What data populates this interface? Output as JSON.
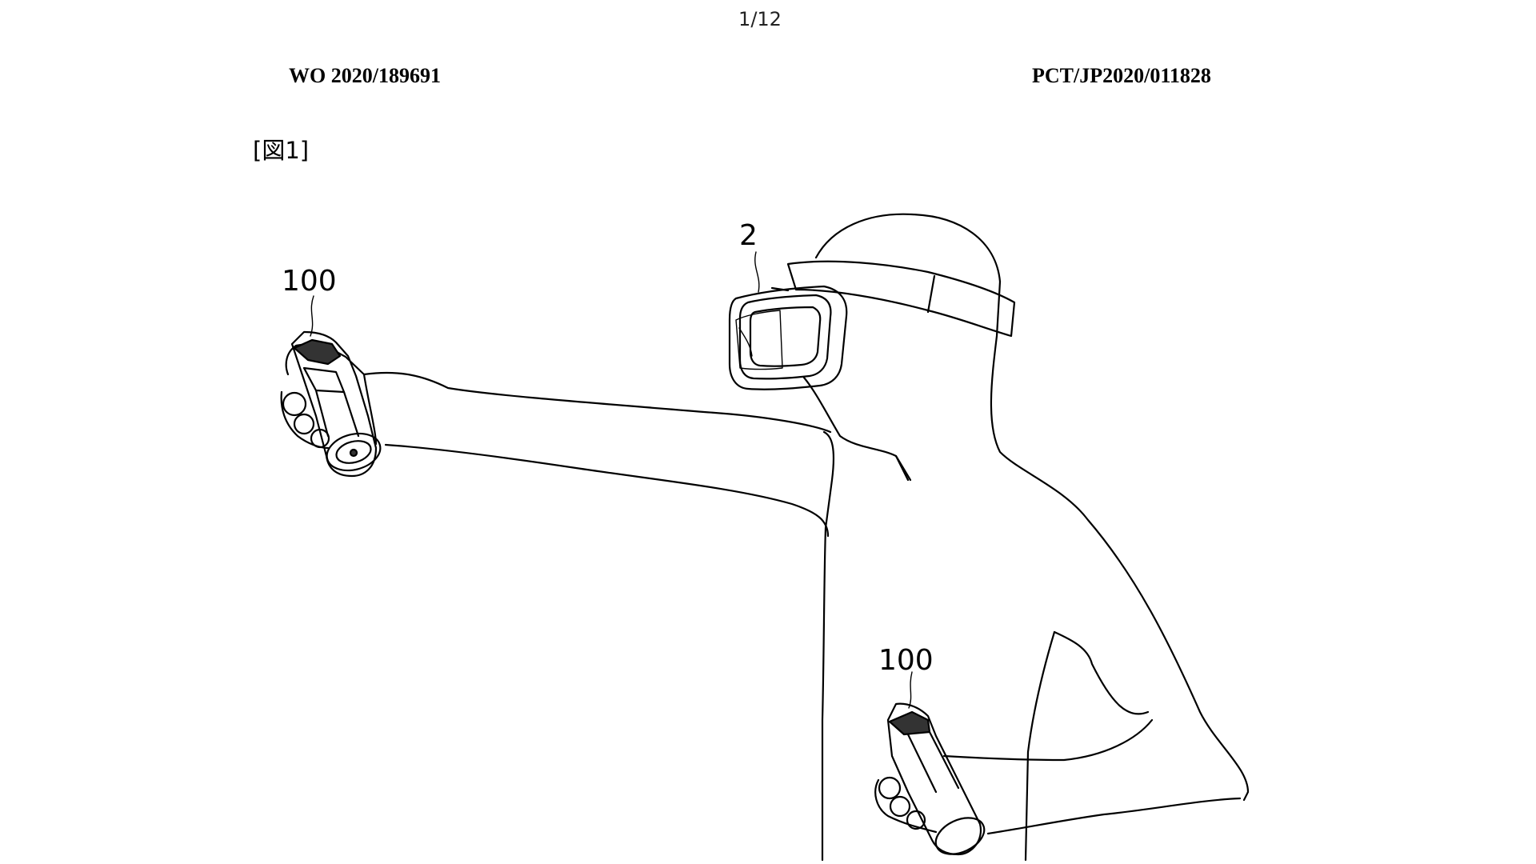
{
  "header": {
    "page_number": "1/12",
    "publication_number": "WO 2020/189691",
    "application_number": "PCT/JP2020/011828"
  },
  "figure": {
    "label": "[図1]",
    "reference_labels": {
      "headset": "2",
      "controller_left": "100",
      "controller_right": "100"
    }
  }
}
